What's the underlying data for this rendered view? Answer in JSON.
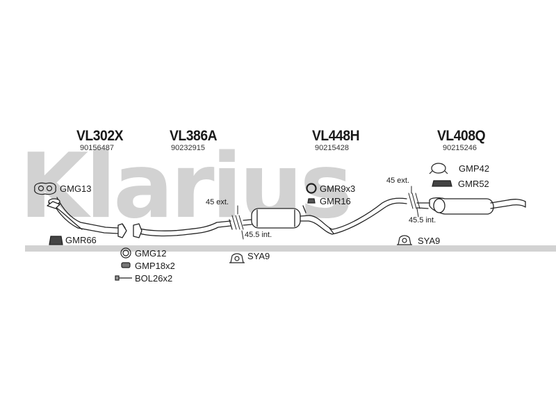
{
  "watermark": {
    "brand": "Klarius"
  },
  "sections": [
    {
      "code": "VL302X",
      "number": "90156487"
    },
    {
      "code": "VL386A",
      "number": "90232915"
    },
    {
      "code": "VL448H",
      "number": "90215428"
    },
    {
      "code": "VL408Q",
      "number": "90215246"
    }
  ],
  "parts": {
    "gmg13": "GMG13",
    "gmr66": "GMR66",
    "gmg12": "GMG12",
    "gmp18": "GMP18x2",
    "bol26": "BOL26x2",
    "sya9_left": "SYA9",
    "gmr9": "GMR9x3",
    "gmr16": "GMR16",
    "gmp42": "GMP42",
    "gmr52": "GMR52",
    "sya9_right": "SYA9"
  },
  "annotations": {
    "ext_left": "45 ext.",
    "int_left": "45.5 int.",
    "ext_right": "45 ext.",
    "int_right": "45.5 int."
  }
}
